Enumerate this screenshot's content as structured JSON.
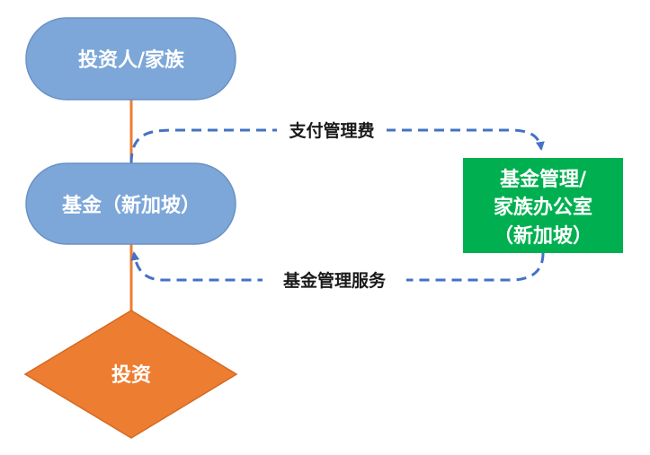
{
  "nodes": {
    "investor": {
      "label": "投资人/家族"
    },
    "fund": {
      "label": "基金（新加坡）"
    },
    "investment": {
      "label": "投资"
    },
    "family_office": {
      "lines": [
        "基金管理/",
        "家族办公室",
        "（新加坡）"
      ]
    }
  },
  "edges": {
    "fee": {
      "label": "支付管理费"
    },
    "service": {
      "label": "基金管理服务"
    }
  },
  "colors": {
    "rounded_node_fill": "#7da7d8",
    "rounded_node_stroke": "#6b92c4",
    "green_box_fill": "#00b050",
    "diamond_fill": "#ed7d31",
    "connector": "#ed7d31",
    "dashed_arrow": "#4472c4",
    "text_on_shape": "#ffffff",
    "edge_label_text": "#1a1a1a"
  }
}
